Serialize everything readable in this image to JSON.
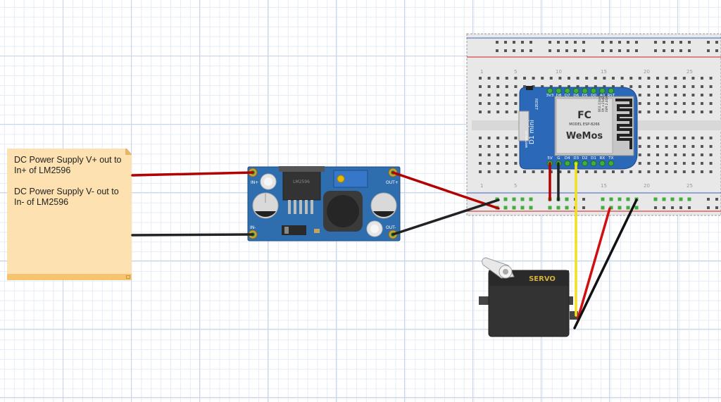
{
  "note": {
    "line1": "DC Power Supply V+ out to In+ of LM2596",
    "line2": "DC Power Supply V- out to In- of LM2596"
  },
  "converter": {
    "in_plus": "IN+",
    "in_minus": "IN-",
    "out_plus": "OUT+",
    "out_minus": "OUT-",
    "chip": "LM2596"
  },
  "breadboard": {
    "col_numbers": [
      "1",
      "5",
      "10",
      "15",
      "20",
      "25"
    ]
  },
  "d1mini": {
    "top_pins": [
      "3V3",
      "D8",
      "D7",
      "D6",
      "D5",
      "D0",
      "A0",
      "RST"
    ],
    "bottom_pins": [
      "5V",
      "G",
      "D4",
      "D3",
      "D2",
      "D1",
      "RX",
      "TX"
    ],
    "reset_label": "RESET",
    "model_name": "D1 mini",
    "brand": "WeMos",
    "url": "wemos.cc",
    "shield_lines": [
      "FC",
      "MODEL  ESP-8266",
      "ISM 2.4GHz",
      "PA +25dBm",
      "802.11b/g/n"
    ]
  },
  "servo": {
    "label": "SERVO"
  },
  "colors": {
    "red_wire": "#cc1111",
    "black_wire": "#1a1a1a",
    "yellow_wire": "#f0e020",
    "pcb_blue": "#2e6dae",
    "d1_blue": "#2b69b8",
    "note_bg": "#fde1b0"
  }
}
